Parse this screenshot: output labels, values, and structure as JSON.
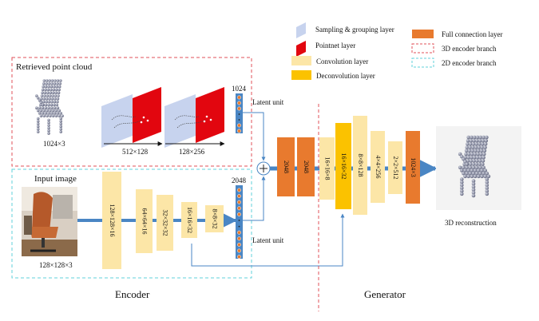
{
  "legend": {
    "sampling": "Sampling & grouping layer",
    "pointnet": "Pointnet layer",
    "convolution": "Convolution layer",
    "deconvolution": "Deconvolution layer",
    "full_connection": "Full connection layer",
    "branch_3d": "3D encoder branch",
    "branch_2d": "2D encoder branch"
  },
  "labels": {
    "retrieved": "Retrieved point cloud",
    "input_image": "Input image",
    "pc_size": "1024×3",
    "img_size": "128×128×3",
    "pn1_size": "512×128",
    "pn2_size": "128×256",
    "latent_top": "Latent unit",
    "latent_bottom": "Latent unit",
    "vec_top": "1024",
    "vec_bottom": "2048",
    "encoder": "Encoder",
    "generator": "Generator",
    "recon": "3D reconstruction"
  },
  "enc_convs": [
    "128×128×16",
    "64×64×16",
    "32×32×32",
    "16×16×32",
    "8×8×32"
  ],
  "fc_blocks": [
    "2048",
    "2048"
  ],
  "gen_blocks": [
    "16×16×8",
    "16×16×32",
    "8×8×128",
    "4×4×256",
    "2×2×512",
    "1024×3"
  ],
  "colors": {
    "fc": "#E87A2E",
    "conv": "#FCE6A7",
    "deconv": "#FBC200",
    "sampling": "#C7D3EE",
    "pointnet": "#E2060F",
    "arrow": "#4A86C4",
    "branch3d": "#E0505A",
    "branch2d": "#62D1DB"
  }
}
